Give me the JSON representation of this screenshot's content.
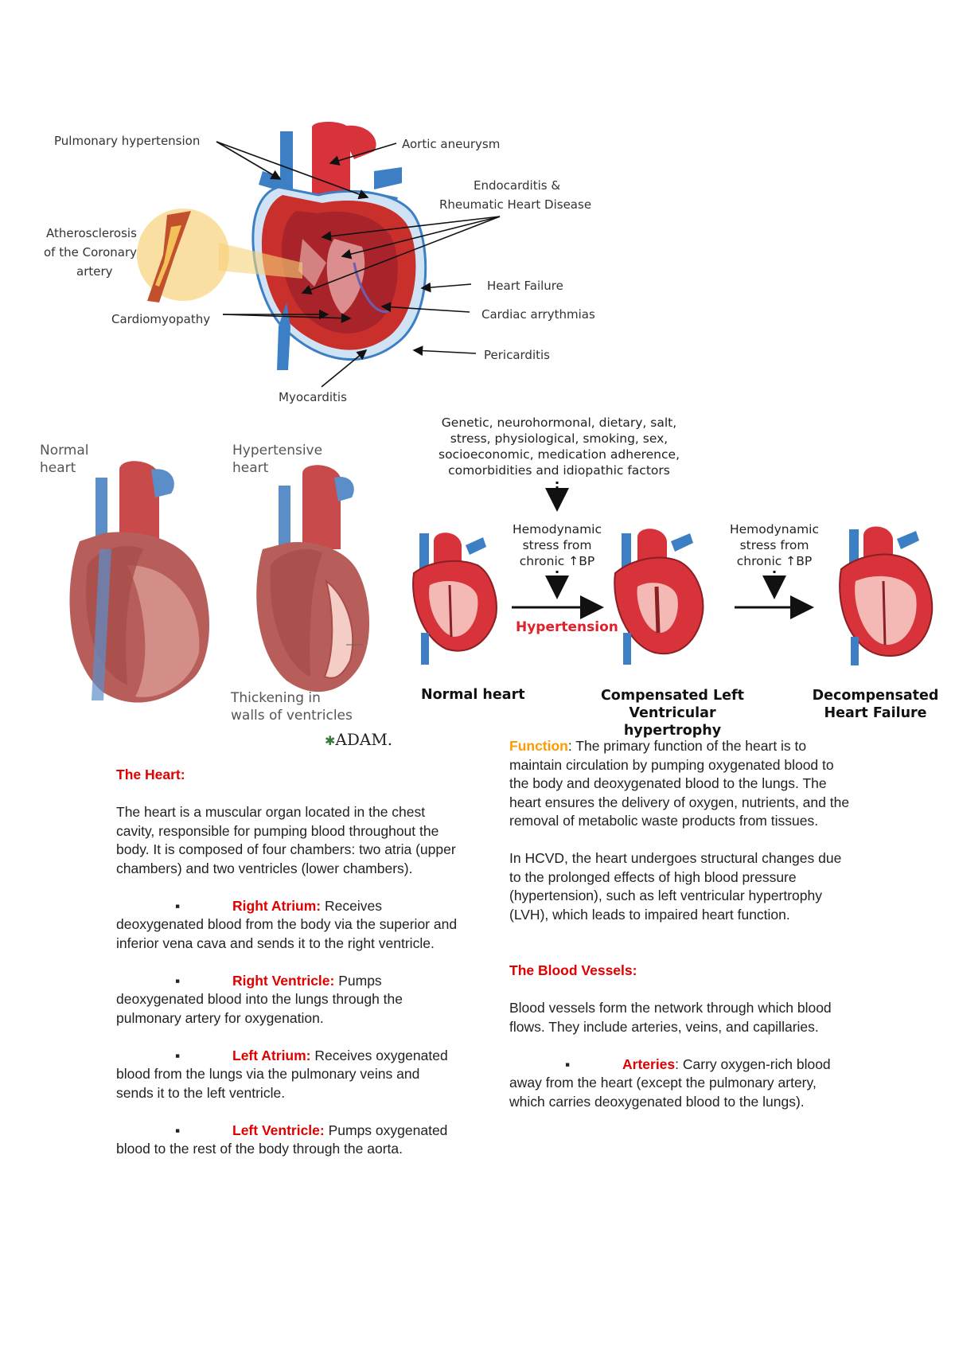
{
  "diagram_top": {
    "labels": {
      "pulmonary_hypertension": "Pulmonary hypertension",
      "aortic_aneurysm": "Aortic aneurysm",
      "endocarditis": "Endocarditis &",
      "rheumatic": "Rheumatic Heart Disease",
      "atherosclerosis_1": "Atherosclerosis",
      "atherosclerosis_2": "of the Coronary",
      "atherosclerosis_3": "artery",
      "heart_failure": "Heart Failure",
      "cardiomyopathy": "Cardiomyopathy",
      "cardiac_arrhythmias": "Cardiac arrythmias",
      "pericarditis": "Pericarditis",
      "myocarditis": "Myocarditis"
    }
  },
  "diagram_left": {
    "normal_1": "Normal",
    "normal_2": "heart",
    "hyper_1": "Hypertensive",
    "hyper_2": "heart",
    "thick_1": "Thickening in",
    "thick_2": "walls of ventricles",
    "logo": "ADAM."
  },
  "diagram_right": {
    "factors": [
      "Genetic, neurohormonal, dietary, salt,",
      "stress, physiological, smoking, sex,",
      "socioeconomic, medication adherence,",
      "comorbidities and idiopathic factors"
    ],
    "stress_1": [
      "Hemodynamic",
      "stress from",
      "chronic ↑BP"
    ],
    "stress_2": [
      "Hemodynamic",
      "stress from",
      "chronic ↑BP"
    ],
    "hypertension": "Hypertension",
    "caption_normal": "Normal heart",
    "caption_comp_1": "Compensated Left",
    "caption_comp_2": "Ventricular hypertrophy",
    "caption_decomp_1": "Decompensated",
    "caption_decomp_2": "Heart Failure"
  },
  "left_column": {
    "heading": "The Heart:",
    "intro": "The heart is a muscular organ located in the chest cavity, responsible for pumping blood throughout the body. It is composed of four chambers: two atria (upper chambers) and two ventricles (lower chambers).",
    "bullet": "▪",
    "items": [
      {
        "term": "Right Atrium:",
        "text": " Receives deoxygenated blood from the body via the superior and inferior vena cava and sends it to the right ventricle."
      },
      {
        "term": "Right Ventricle:",
        "text": " Pumps deoxygenated blood into the lungs through the pulmonary artery for oxygenation."
      },
      {
        "term": "Left Atrium:",
        "text": " Receives oxygenated blood from the lungs via the pulmonary veins and sends it to the left ventricle."
      },
      {
        "term": "Left Ventricle:",
        "text": " Pumps oxygenated blood to the rest of the body through the aorta."
      }
    ]
  },
  "right_column": {
    "function_term": "Function",
    "function_text": ": The primary function of the heart is to maintain circulation by pumping oxygenated blood to the body and deoxygenated blood to the lungs. The heart ensures the delivery of oxygen, nutrients, and the removal of metabolic waste products from tissues.",
    "hcvd_text": "In HCVD, the heart undergoes structural changes due to the prolonged effects of high blood pressure (hypertension), such as left ventricular hypertrophy (LVH), which leads to impaired heart function.",
    "vessels_heading": "The Blood Vessels:",
    "vessels_intro": "Blood vessels form the network through which blood flows. They include arteries, veins, and capillaries.",
    "bullet": "▪",
    "arteries_term": "Arteries",
    "arteries_text": ": Carry oxygen-rich blood away from the heart (except the pulmonary artery, which carries deoxygenated blood to the lungs)."
  },
  "colors": {
    "red_heading": "#e00000",
    "orange_heading": "#ff9900",
    "artery_red": "#d8323a",
    "vein_blue": "#3d7fc4"
  }
}
